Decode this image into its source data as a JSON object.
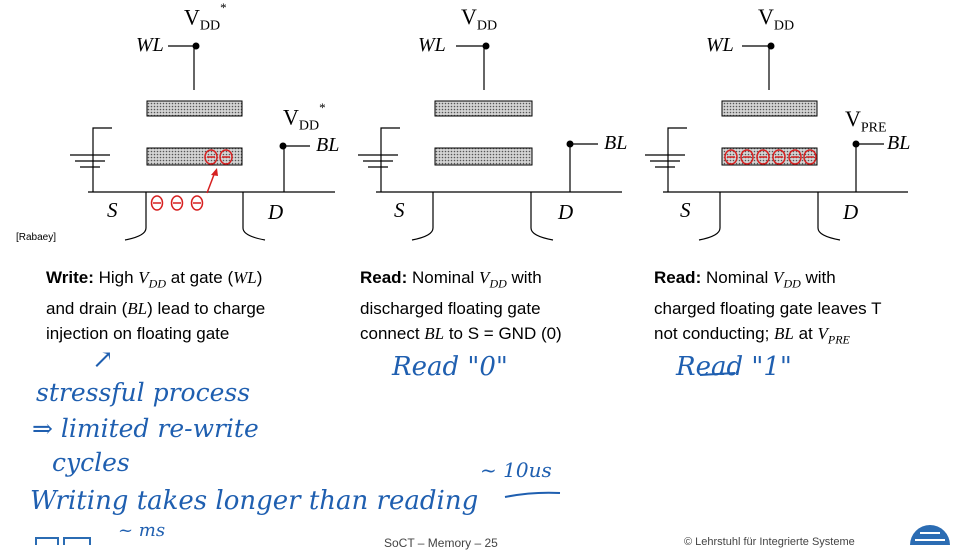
{
  "diagram": {
    "panels": [
      {
        "vdd_top": "V",
        "vdd_top_sub": "DD",
        "vdd_top_sup": "*",
        "wl_label": "WL",
        "drain_label_v": "V",
        "drain_label_sub": "DD",
        "drain_label_sup": "*",
        "bl_label": "BL",
        "source_label": "S",
        "drain_label": "D"
      },
      {
        "vdd_top": "V",
        "vdd_top_sub": "DD",
        "wl_label": "WL",
        "bl_label": "BL",
        "source_label": "S",
        "drain_label": "D"
      },
      {
        "vdd_top": "V",
        "vdd_top_sub": "DD",
        "wl_label": "WL",
        "drain_label_v": "V",
        "drain_label_sub": "PRE",
        "bl_label": "BL",
        "source_label": "S",
        "drain_label": "D"
      }
    ],
    "citation": "[Rabaey]"
  },
  "captions": [
    {
      "bold": "Write:",
      "line1_a": " High ",
      "line1_var": "V",
      "line1_sub": "DD",
      "line1_b": " at gate (",
      "line1_wl": "WL",
      "line1_c": ")",
      "line2_a": "and drain (",
      "line2_bl": "BL",
      "line2_b": ") lead to charge",
      "line3": "injection on floating gate"
    },
    {
      "bold": "Read:",
      "line1_a": " Nominal ",
      "line1_var": "V",
      "line1_sub": "DD",
      "line1_b": " with",
      "line2": "discharged floating gate",
      "line3_a": "connect ",
      "line3_bl": "BL",
      "line3_b": " to S = GND (0)"
    },
    {
      "bold": "Read:",
      "line1_a": " Nominal ",
      "line1_var": "V",
      "line1_sub": "DD",
      "line1_b": " with",
      "line2": "charged floating gate leaves T",
      "line3_a": "not conducting; ",
      "line3_bl": "BL",
      "line3_b": " at ",
      "line3_var": "V",
      "line3_sub": "PRE"
    }
  ],
  "handwriting": {
    "read0": "Read \"0\"",
    "read1": "Read \"1\"",
    "arrow": "↗",
    "note1": "stressful process",
    "note2": "⇒ limited re-write",
    "note3": "cycles",
    "note4": "~ 10us",
    "note5": "Writing takes longer than reading",
    "note6": "~ ms"
  },
  "footer": {
    "center": "SoCT – Memory – 25",
    "right": "© Lehrstuhl für Integrierte Systeme"
  }
}
